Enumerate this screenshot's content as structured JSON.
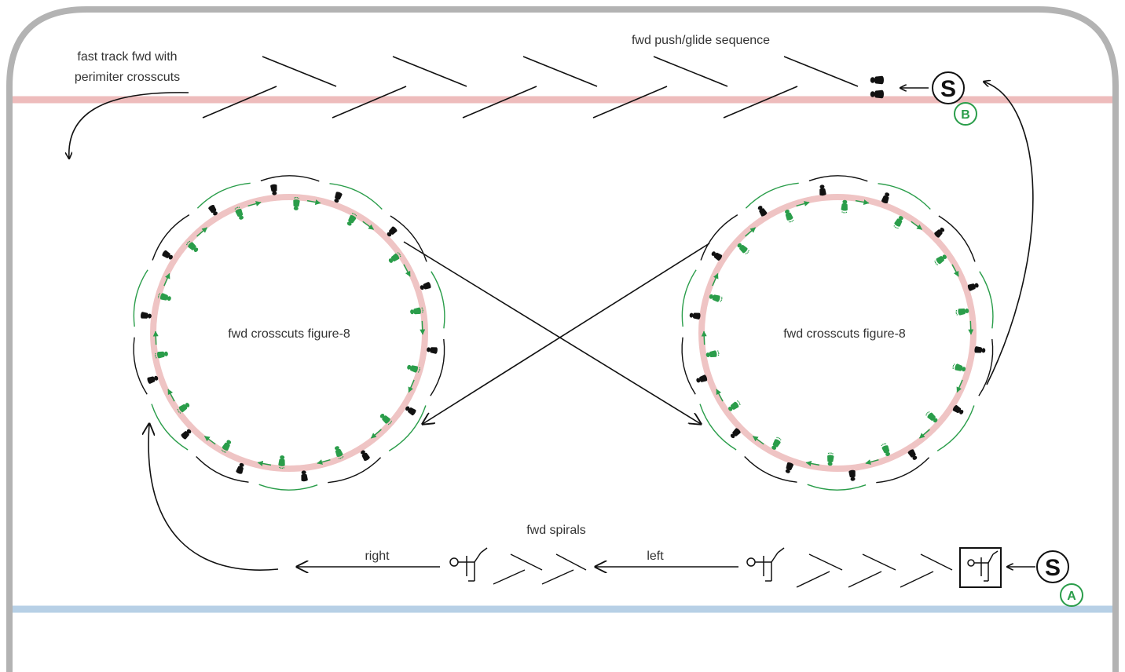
{
  "labels": {
    "fast_track": [
      "fast track fwd with",
      "perimiter crosscuts"
    ],
    "push_glide": "fwd push/glide sequence",
    "left_circle": "fwd crosscuts figure-8",
    "right_circle": "fwd crosscuts figure-8",
    "spirals": "fwd spirals",
    "right": "right",
    "left": "left"
  },
  "starts": [
    {
      "letter": "S",
      "badge": "B"
    },
    {
      "letter": "S",
      "badge": "A"
    }
  ],
  "colors": {
    "rink_border": "#b3b3b3",
    "red_line": "#eebcbc",
    "blue_line": "#b7d0e6",
    "circle": "#efc4c4",
    "green": "#2a9d4a",
    "ink": "#111111"
  }
}
